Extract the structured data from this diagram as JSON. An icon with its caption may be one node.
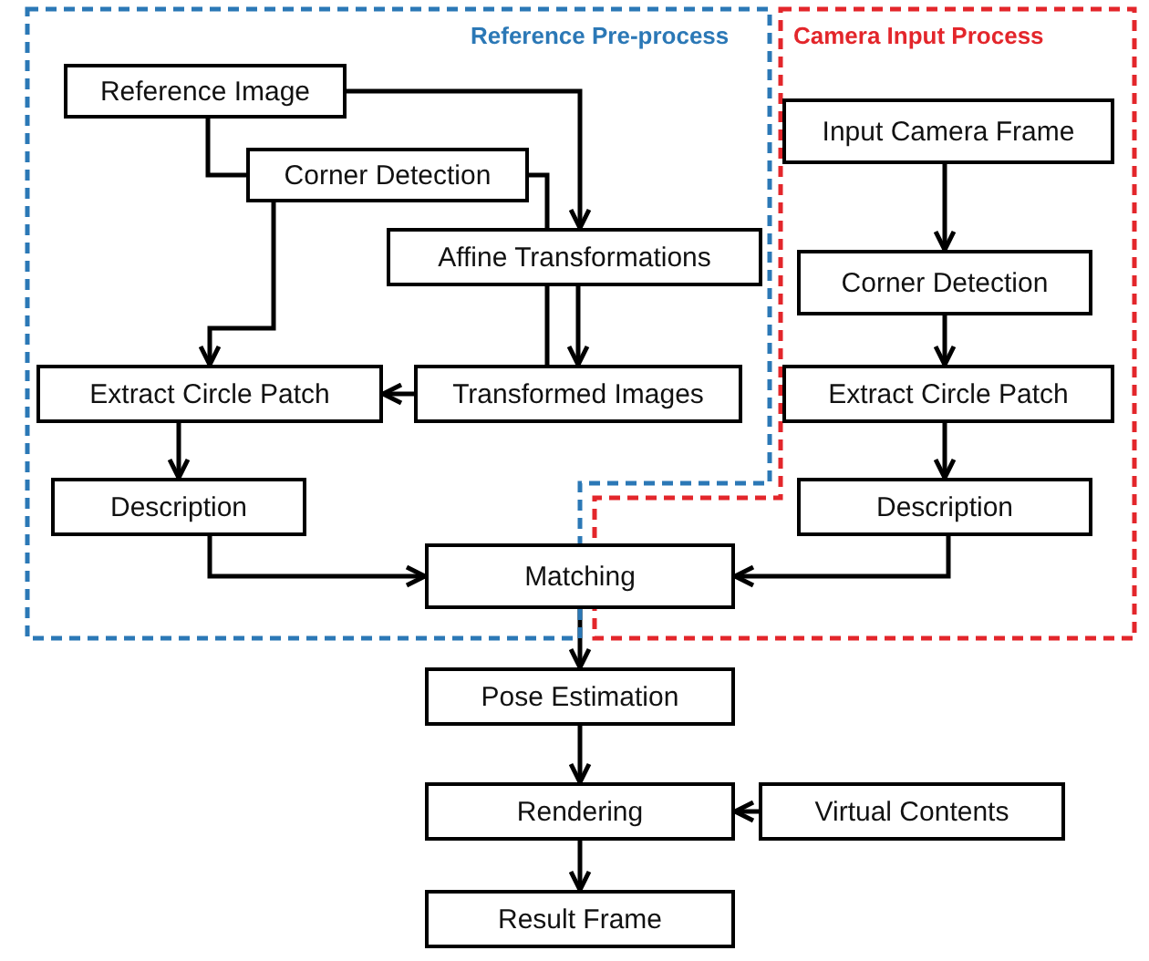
{
  "diagram": {
    "nodes": [
      {
        "text": [
          "Reference Pre-process"
        ]
      },
      {
        "text": [
          "Reference Image"
        ],
        "in": 0
      },
      {
        "text": [
          "Corner Detection"
        ],
        "in": 0
      },
      {
        "text": [
          "Affine Transformations"
        ],
        "in": 0
      },
      {
        "text": [
          "Extract Circle Patch"
        ],
        "in": 0
      },
      {
        "text": [
          "Transformed Images"
        ],
        "in": 0
      },
      {
        "text": [
          "Description"
        ],
        "in": 0
      },
      {
        "text": [
          "Camera Input Process"
        ]
      },
      {
        "text": [
          "Input Camera Frame"
        ],
        "in": 7
      },
      {
        "text": [
          "Corner Detection"
        ],
        "in": 7
      },
      {
        "text": [
          "Extract Circle Patch"
        ],
        "in": 7
      },
      {
        "text": [
          "Description"
        ],
        "in": 7
      },
      {
        "text": [
          "Matching"
        ]
      },
      {
        "text": [
          "Pose Estimation"
        ]
      },
      {
        "text": [
          "Rendering"
        ]
      },
      {
        "text": [
          "Virtual Contents"
        ]
      },
      {
        "text": [
          "Result Frame"
        ]
      }
    ],
    "edges": [
      {
        "from": 1,
        "to": 2,
        "arrow": "none"
      },
      {
        "from": 1,
        "to": 3,
        "arrow": "to"
      },
      {
        "from": 2,
        "to": 4,
        "arrow": "to"
      },
      {
        "from": 2,
        "to": 3,
        "arrow": "none"
      },
      {
        "from": 3,
        "to": 5,
        "arrow": "none"
      },
      {
        "from": 3,
        "to": 5,
        "arrow": "to"
      },
      {
        "from": 5,
        "to": 4,
        "arrow": "to"
      },
      {
        "from": 4,
        "to": 6,
        "arrow": "to"
      },
      {
        "from": 6,
        "to": 12,
        "arrow": "to"
      },
      {
        "from": 8,
        "to": 9,
        "arrow": "to"
      },
      {
        "from": 9,
        "to": 10,
        "arrow": "to"
      },
      {
        "from": 10,
        "to": 11,
        "arrow": "to"
      },
      {
        "from": 11,
        "to": 12,
        "arrow": "to"
      },
      {
        "from": 12,
        "to": 13,
        "arrow": "to"
      },
      {
        "from": 13,
        "to": 14,
        "arrow": "to"
      },
      {
        "from": 15,
        "to": 14,
        "arrow": "to"
      },
      {
        "from": 14,
        "to": 16,
        "arrow": "to"
      }
    ]
  }
}
